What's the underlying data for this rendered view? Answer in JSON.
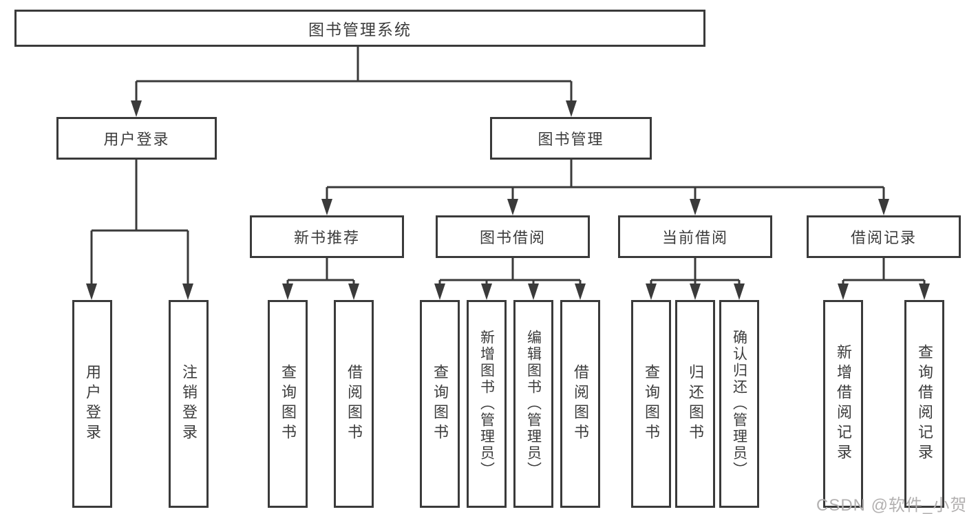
{
  "diagram": {
    "root": {
      "label": "图书管理系统"
    },
    "level2": [
      {
        "label": "用户登录"
      },
      {
        "label": "图书管理"
      }
    ],
    "level3": [
      {
        "label": "新书推荐"
      },
      {
        "label": "图书借阅"
      },
      {
        "label": "当前借阅"
      },
      {
        "label": "借阅记录"
      }
    ],
    "leaves": {
      "user_login": [
        {
          "label": "用户登录"
        },
        {
          "label": "注销登录"
        }
      ],
      "new_book_recommend": [
        {
          "label": "查询图书"
        },
        {
          "label": "借阅图书"
        }
      ],
      "book_borrow": [
        {
          "label": "查询图书"
        },
        {
          "label": "新增图书（管理员）"
        },
        {
          "label": "编辑图书（管理员）"
        },
        {
          "label": "借阅图书"
        }
      ],
      "current_borrow": [
        {
          "label": "查询图书"
        },
        {
          "label": "归还图书"
        },
        {
          "label": "确认归还（管理员）"
        }
      ],
      "borrow_records": [
        {
          "label": "新增借阅记录"
        },
        {
          "label": "查询借阅记录"
        }
      ]
    },
    "line_color": "#3a3a3a",
    "text_color": "#3c3c3c",
    "box_background": "#ffffff"
  },
  "watermark": {
    "text": "CSDN @软件_小贺同学",
    "color": "#b2b0b0"
  }
}
